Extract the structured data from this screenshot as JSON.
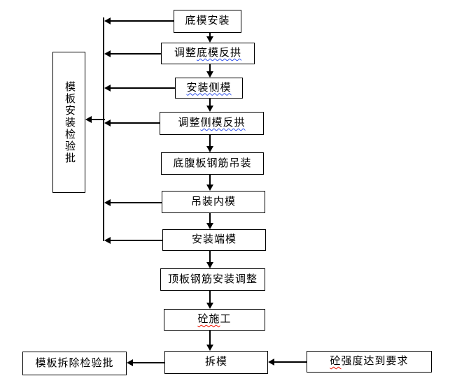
{
  "flowchart": {
    "nodes": {
      "bottom_form_install": {
        "label": "底模安装"
      },
      "adjust_bottom_camber": {
        "prefix": "调整",
        "flagged": "底模反拱"
      },
      "install_side_form": {
        "flagged": "安装侧模"
      },
      "adjust_side_camber": {
        "prefix": "调整",
        "flagged": "侧模反拱"
      },
      "bottom_web_rebar_hoist": {
        "label": "底腹板钢筋吊装"
      },
      "hoist_inner_form": {
        "label": "吊装内模"
      },
      "install_end_form": {
        "label": "安装端模"
      },
      "top_slab_rebar_adjust": {
        "label": "顶板钢筋安装调整"
      },
      "concrete_construction": {
        "flagged": "砼施",
        "suffix": "工"
      },
      "strip_form": {
        "label": "拆模"
      },
      "form_removal_inspection": {
        "label": "模板拆除检验批"
      },
      "concrete_strength_ok": {
        "flagged": "砼",
        "suffix": "强度达到要求"
      },
      "form_install_inspection": {
        "label": "模板安装检验批"
      }
    },
    "colors": {
      "line": "#000000",
      "background": "#ffffff",
      "box_fill": "#ffffff",
      "spell_blue": "#3355ee",
      "spell_red": "#ee1100"
    }
  }
}
